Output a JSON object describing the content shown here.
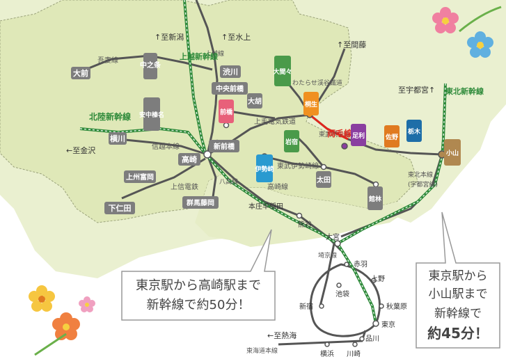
{
  "colors": {
    "land_gunma": "#dfe8b8",
    "land_other": "#eaf0d0",
    "border": "#9aa27a",
    "shinkansen": "#2e8a3a",
    "rail_black": "#333333",
    "station_box": "#7d7d7d",
    "ryomo": "#e0261d",
    "text_green": "#2e8a3a",
    "callout_border": "#999999"
  },
  "directions": {
    "niigata": "↑至新潟",
    "minakami": "↑至水上",
    "mamizo": "↑至間藤",
    "utsunomiya": "至宇都宮↑",
    "kanazawa": "←至金沢",
    "atami": "←至熱海"
  },
  "lines": {
    "joetsu_shinkansen": "上越新幹線",
    "hokuriku_shinkansen": "北陸新幹線",
    "tohoku_shinkansen": "東北新幹線",
    "agatsuma": "吾妻線",
    "joetsu": "上越線",
    "shinetsu": "信越本線",
    "jomo_dentetsu": "上毛電気鉄道",
    "joshin_dentetsu": "上信電鉄",
    "hachiko": "八高線",
    "takasaki": "高崎線",
    "ryomo": "両毛線",
    "tobu_isesaki": "東武伊勢崎線",
    "watarase": "わたらせ渓谷鐵道",
    "tobu_kiryu": "東武桐生線",
    "tohoku_main": "東北本線",
    "utsunomiya_line": "(宇都宮線)",
    "saikyo": "埼京線",
    "tokaido": "東海道本線"
  },
  "stations": {
    "naganohara": "大前",
    "nakanojo": "中之条",
    "shibukawa": "渋川",
    "chuo_maebashi": "中央前橋",
    "maebashi": "前橋",
    "omama": "大間々",
    "ogo": "大胡",
    "kiryu": "桐生",
    "annaka_haruna": "安中榛名",
    "yokokawa": "横川",
    "shin_maebashi": "新前橋",
    "takasaki": "高崎",
    "iwajuku": "岩宿",
    "isesaki": "伊勢崎",
    "ota": "太田",
    "ashikaga": "足利",
    "sano": "佐野",
    "tochigi": "栃木",
    "oyama": "小山",
    "tatebayashi": "館林",
    "joshu_tomioka": "上州富岡",
    "shimonita": "下仁田",
    "gunma_fujioka": "群馬藤岡",
    "honjo_waseda": "本庄早稲田",
    "kumagaya": "熊谷",
    "omiya": "大宮",
    "akabane": "赤羽",
    "ueno": "上野",
    "ikebukuro": "池袋",
    "shinjuku": "新宿",
    "akihabara": "秋葉原",
    "tokyo": "東京",
    "shinagawa": "品川",
    "yokohama": "横浜",
    "kawasaki": "川崎"
  },
  "callouts": {
    "takasaki_lines": [
      "東京駅から高崎駅まで",
      "新幹線で約50分！"
    ],
    "oyama_lines": [
      "東京駅から",
      "小山駅まで",
      "新幹線で",
      "約45分！"
    ]
  }
}
